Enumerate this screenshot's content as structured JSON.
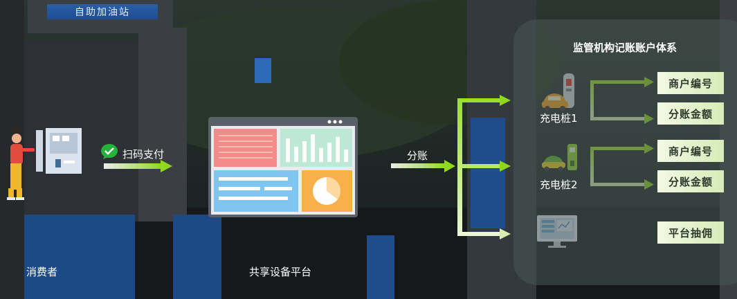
{
  "background": {
    "sign_text": "自助加油站"
  },
  "consumer": {
    "label": "消费者"
  },
  "payment": {
    "label": "扫码支付"
  },
  "platform": {
    "label": "共享设备平台"
  },
  "split": {
    "label": "分账"
  },
  "system": {
    "title": "监管机构记账账户体系",
    "piles": [
      {
        "label": "充电桩1",
        "tags": [
          "商户编号",
          "分账金额"
        ]
      },
      {
        "label": "充电桩2",
        "tags": [
          "商户编号",
          "分账金额"
        ]
      }
    ],
    "platform_fee": "平台抽佣"
  },
  "colors": {
    "accent_green": "#7fcf1c",
    "wechat_green": "#26b33a",
    "panel": "#4b5855"
  }
}
